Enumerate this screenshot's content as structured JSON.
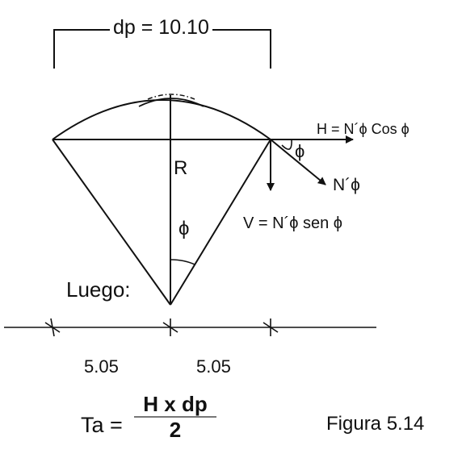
{
  "diameter_label": "dp = 10.10",
  "radius_label": "R",
  "angle_symbol": "ϕ",
  "horizontal_formula": "H = N´ϕ Cos ϕ",
  "meridional_force_label": "N´ϕ",
  "vertical_formula": "V = N´ϕ sen ϕ",
  "luego_label": "Luego:",
  "left_half_dimension": "5.05",
  "right_half_dimension": "5.05",
  "tension_formula": {
    "lhs": "Ta =",
    "numerator": "H x dp",
    "denominator": "2"
  },
  "figure_caption": "Figura 5.14"
}
